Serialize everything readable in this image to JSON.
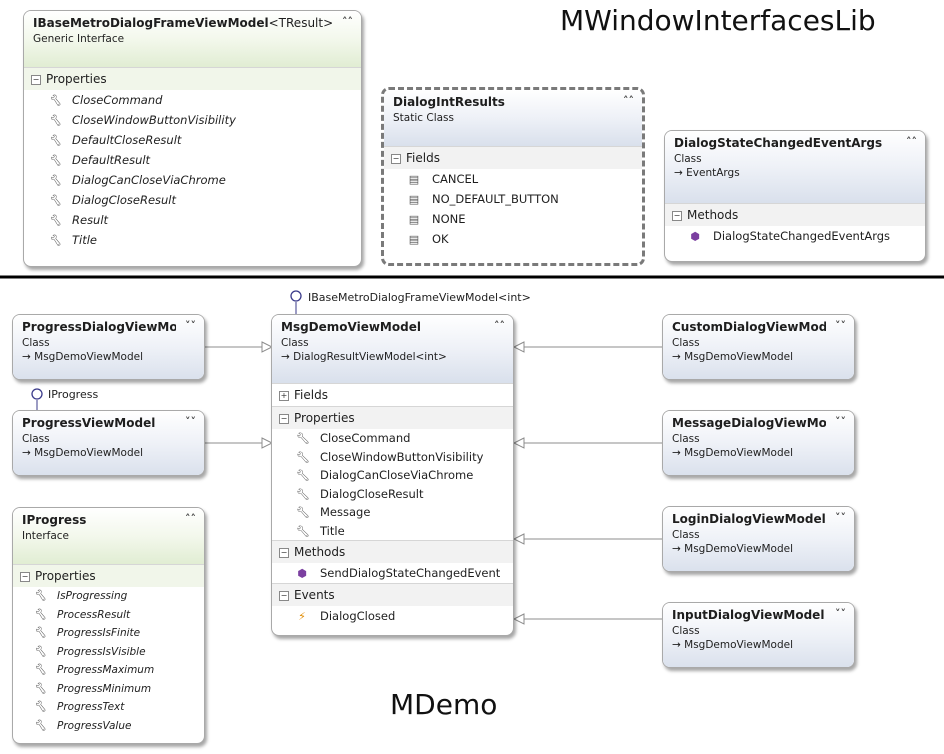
{
  "top_label": "MWindowInterfacesLib",
  "bottom_label": "MDemo",
  "boxes": {
    "ibase": {
      "title": "IBaseMetroDialogFrameViewModel",
      "generic": "<TResult>",
      "subtitle": "Generic Interface",
      "section": "Properties",
      "members": [
        "CloseCommand",
        "CloseWindowButtonVisibility",
        "DefaultCloseResult",
        "DefaultResult",
        "DialogCanCloseViaChrome",
        "DialogCloseResult",
        "Result",
        "Title"
      ]
    },
    "dialogint": {
      "title": "DialogIntResults",
      "subtitle": "Static Class",
      "section": "Fields",
      "members": [
        "CANCEL",
        "NO_DEFAULT_BUTTON",
        "NONE",
        "OK"
      ]
    },
    "statechanged": {
      "title": "DialogStateChangedEventArgs",
      "subtitle": "Class",
      "base": "EventArgs",
      "section": "Methods",
      "members": [
        "DialogStateChangedEventArgs"
      ]
    },
    "progressdialog": {
      "title": "ProgressDialogViewModel",
      "subtitle": "Class",
      "base": "MsgDemoViewModel"
    },
    "progressvm": {
      "title": "ProgressViewModel",
      "subtitle": "Class",
      "base": "MsgDemoViewModel",
      "lollipop": "IProgress"
    },
    "iprogress": {
      "title": "IProgress",
      "subtitle": "Interface",
      "section": "Properties",
      "members": [
        "IsProgressing",
        "ProcessResult",
        "ProgressIsFinite",
        "ProgressIsVisible",
        "ProgressMaximum",
        "ProgressMinimum",
        "ProgressText",
        "ProgressValue"
      ]
    },
    "msgdemo": {
      "title": "MsgDemoViewModel",
      "subtitle": "Class",
      "base": "DialogResultViewModel<int>",
      "lollipop": "IBaseMetroDialogFrameViewModel<int>",
      "fields_label": "Fields",
      "properties_label": "Properties",
      "properties": [
        "CloseCommand",
        "CloseWindowButtonVisibility",
        "DialogCanCloseViaChrome",
        "DialogCloseResult",
        "Message",
        "Title"
      ],
      "methods_label": "Methods",
      "methods": [
        "SendDialogStateChangedEvent"
      ],
      "events_label": "Events",
      "events": [
        "DialogClosed"
      ]
    },
    "custom": {
      "title": "CustomDialogViewModel",
      "subtitle": "Class",
      "base": "MsgDemoViewModel"
    },
    "message": {
      "title": "MessageDialogViewModel",
      "subtitle": "Class",
      "base": "MsgDemoViewModel"
    },
    "login": {
      "title": "LoginDialogViewModel",
      "subtitle": "Class",
      "base": "MsgDemoViewModel"
    },
    "input": {
      "title": "InputDialogViewModel",
      "subtitle": "Class",
      "base": "MsgDemoViewModel"
    }
  }
}
